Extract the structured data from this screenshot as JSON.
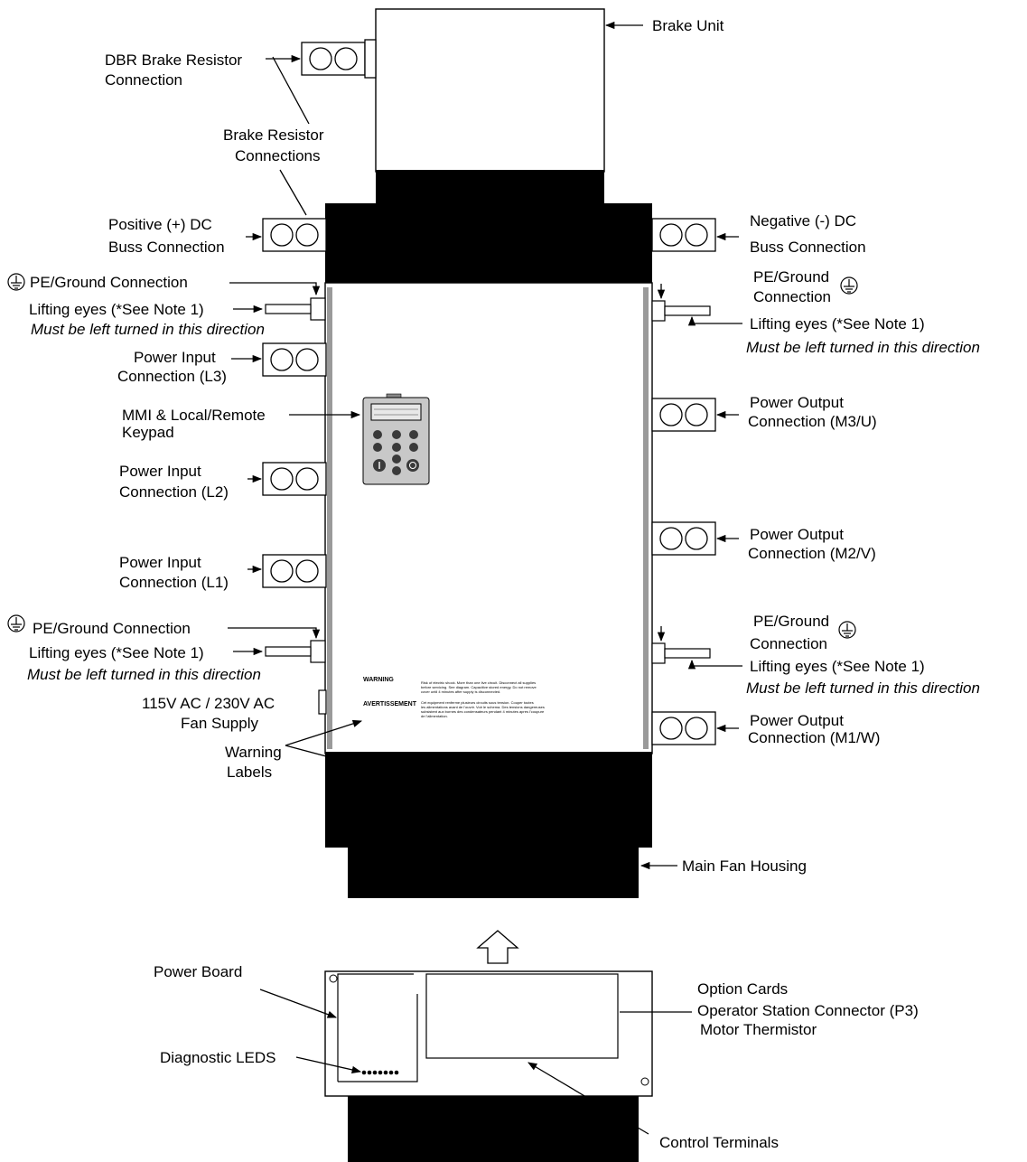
{
  "labels": {
    "brake_unit": "Brake Unit",
    "dbr_1": "DBR Brake Resistor",
    "dbr_2": "Connection",
    "brake_res_1": "Brake Resistor",
    "brake_res_2": "Connections",
    "pos_dc_1": "Positive (+) DC",
    "pos_dc_2": "Buss Connection",
    "neg_dc_1": "Negative (-) DC",
    "neg_dc_2": "Buss Connection",
    "pe_ground_connection": "PE/Ground Connection",
    "pe_ground": "PE/Ground",
    "connection": "Connection",
    "lifting_eyes": "Lifting eyes (*See Note 1)",
    "must_left": "Must be left turned in this direction",
    "power_input": "Power Input",
    "conn_l3": "Connection (L3)",
    "conn_l2": "Connection (L2)",
    "conn_l1": "Connection (L1)",
    "mmi_1": "MMI & Local/Remote",
    "mmi_2": "Keypad",
    "power_output": "Power Output",
    "conn_m3": "Connection (M3/U)",
    "conn_m2": "Connection (M2/V)",
    "conn_m1": "Connection (M1/W)",
    "fan_supply_1": "115V AC / 230V AC",
    "fan_supply_2": "Fan Supply",
    "warning_labels_1": "Warning",
    "warning_labels_2": "Labels",
    "main_fan": "Main Fan Housing",
    "power_board": "Power Board",
    "diag_leds": "Diagnostic LEDS",
    "option_cards": "Option Cards",
    "op_station": "Operator Station Connector (P3)",
    "motor_therm": "Motor Thermistor",
    "control_terminals": "Control Terminals"
  },
  "warning_label": {
    "warning": "WARNING",
    "avertissement": "AVERTISSEMENT",
    "en_1": "Risk of electric shock. More than one live circuit. Disconnect all supplies",
    "en_2": "before servicing. See diagram. Capacitive stored energy. Do not remove",
    "en_3": "cover until 4 minutes after supply is disconnected.",
    "fr_1": "Cet equipment renferme plusieurs circuits sous tension. Couper toutes",
    "fr_2": "les alimentations avant de l'ouvrir. Voir le schema. Des tensions dangereuses",
    "fr_3": "subsistent aux bornes des condensateurs pendant 4 minutes apres l'coupure",
    "fr_4": "de l'alimentation."
  },
  "colors": {
    "ink": "#000000",
    "body": "#ffffff",
    "housing": "#000000",
    "side_stripe": "#9a9a9a",
    "keypad": "#c8c8c8",
    "keypad_button": "#3a3a3a"
  }
}
